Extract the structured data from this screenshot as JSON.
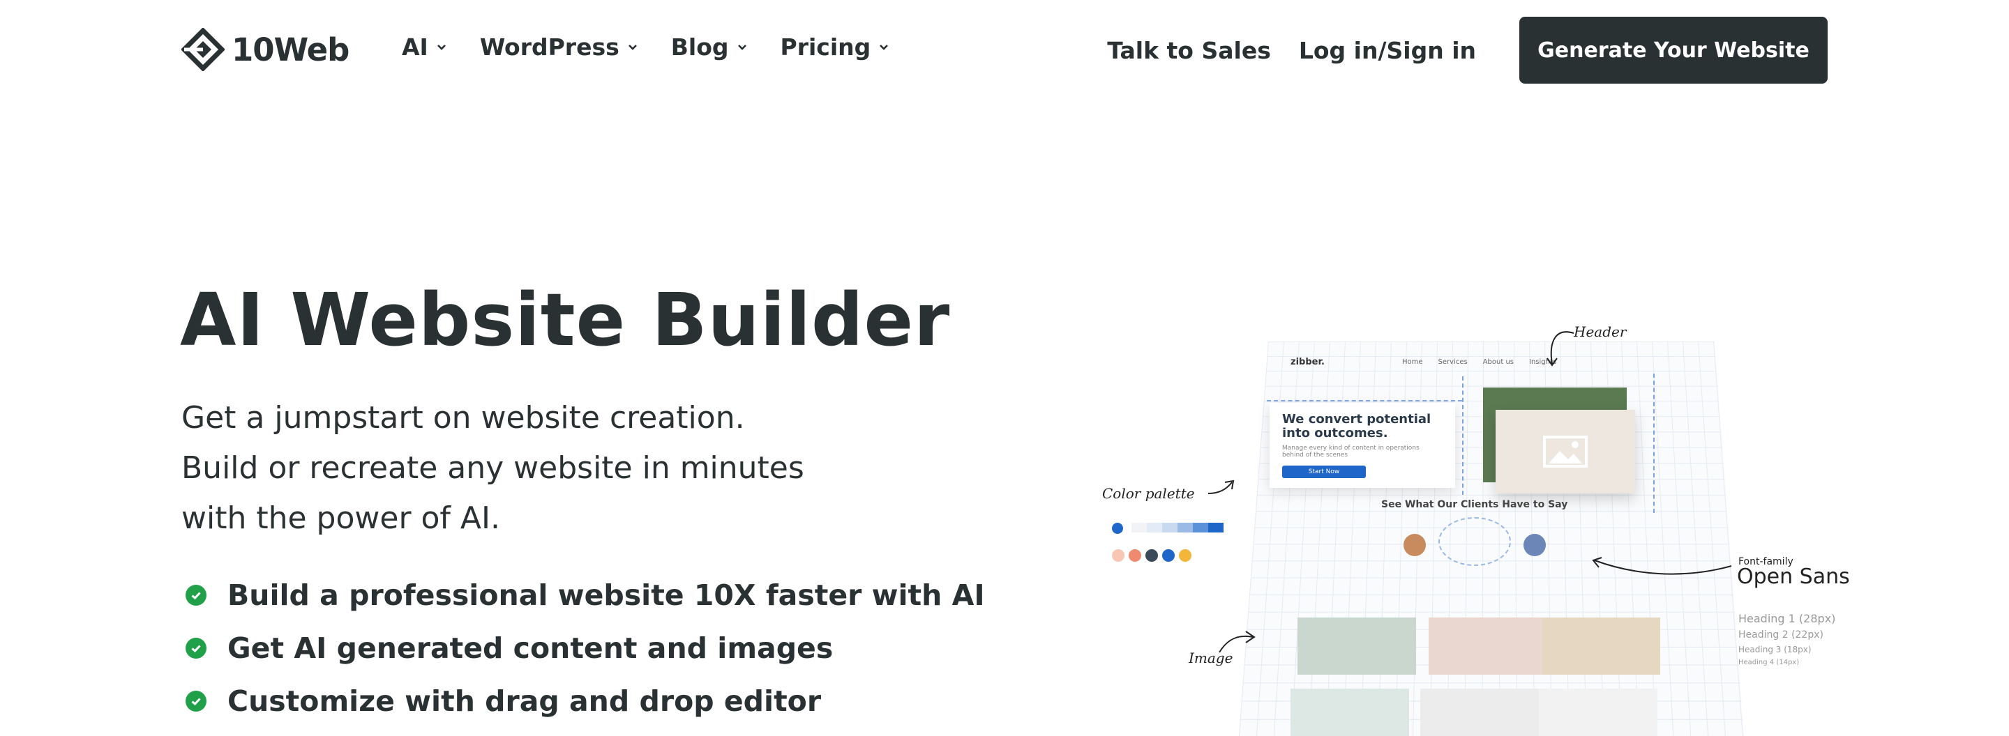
{
  "nav": {
    "logo_text": "10Web",
    "menu": [
      {
        "label": "AI"
      },
      {
        "label": "WordPress"
      },
      {
        "label": "Blog"
      },
      {
        "label": "Pricing"
      }
    ],
    "talk_to_sales": "Talk to Sales",
    "login": "Log in/Sign in",
    "cta": "Generate Your Website"
  },
  "hero": {
    "title": "AI Website Builder",
    "subtitle_lines": [
      "Get a jumpstart on website creation.",
      "Build or recreate any website in minutes",
      "with the power of AI."
    ],
    "features": [
      "Build a professional website 10X faster with AI",
      "Get AI generated content and images",
      "Customize with drag and drop editor"
    ]
  },
  "illustration": {
    "site_logo": "zibber.",
    "site_links": [
      "Home",
      "Services",
      "About us",
      "Insights"
    ],
    "card_title": "We convert potential into outcomes.",
    "card_text": "Manage every kind of content in operations behind of the scenes",
    "card_button": "Start Now",
    "testimonials_title": "See What Our Clients Have to Say",
    "annotations": {
      "header": "Header",
      "color_palette": "Color palette",
      "image": "Image",
      "font_family_label": "Font-family",
      "font_family_value": "Open Sans",
      "headings": [
        "Heading 1 (28px)",
        "Heading 2 (22px)",
        "Heading 3 (18px)",
        "Heading 4 (14px)"
      ]
    },
    "palette_row1": [
      "#1e66c8",
      "#f1f3f6",
      "#e3ebf6",
      "#c8d9f0",
      "#9bbbe6",
      "#5b91d8",
      "#1e66c8"
    ],
    "palette_row2": [
      "#f8c7b3",
      "#f08a6e",
      "#3b4a5a",
      "#1e66c8",
      "#f2b63a"
    ]
  },
  "colors": {
    "text_dark": "#2a3132",
    "cta_bg": "#2a3132",
    "check_green": "#21a04a",
    "accent_blue": "#1e66c8"
  }
}
